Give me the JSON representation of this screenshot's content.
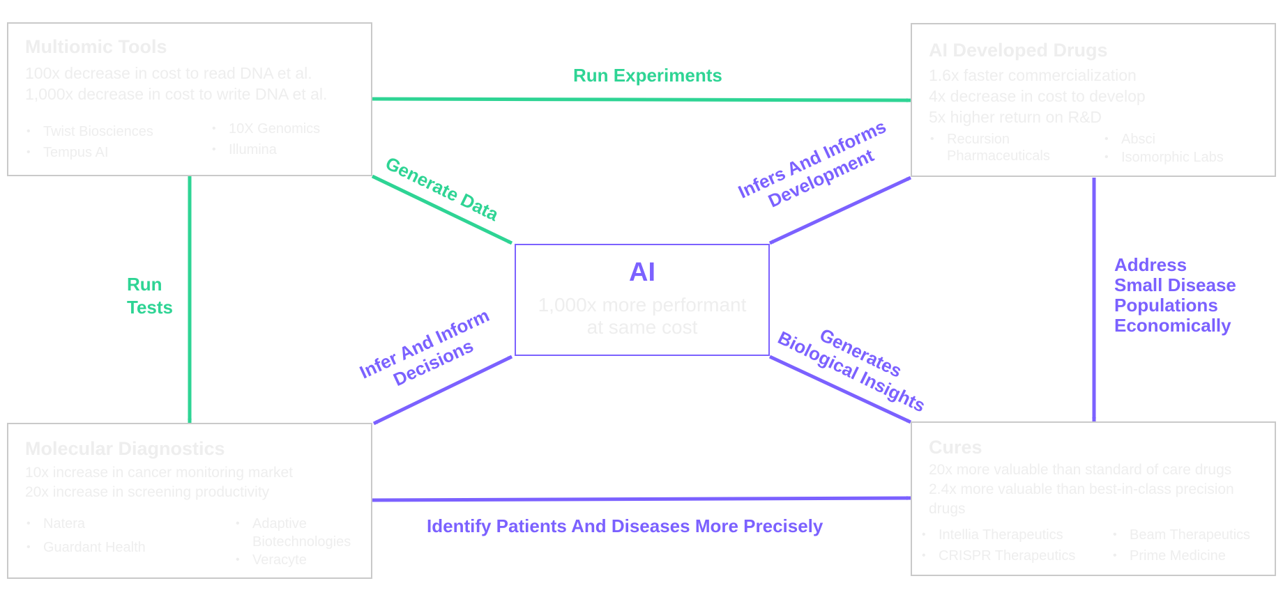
{
  "colors": {
    "green": "#2ed494",
    "purple": "#7b61ff",
    "box_border": "#c9c9c9",
    "faded_text": "#eeeeee"
  },
  "nodes": {
    "multiomic": {
      "title": "Multiomic Tools",
      "stats": [
        "100x decrease in cost to read DNA et al.",
        "1,000x decrease in cost to write DNA et al."
      ],
      "companies": [
        "Twist Biosciences",
        "Tempus AI",
        "10X Genomics",
        "Illumina"
      ]
    },
    "ai_drugs": {
      "title": "AI Developed Drugs",
      "stats": [
        "1.6x faster commercialization",
        "4x decrease in cost to develop",
        "5x higher return on R&D"
      ],
      "companies": [
        "Recursion",
        "Pharmaceuticals",
        "Absci",
        "Isomorphic Labs"
      ]
    },
    "ai": {
      "title": "AI",
      "subtitle": [
        "1,000x more performant",
        "at same cost"
      ]
    },
    "diagnostics": {
      "title": "Molecular Diagnostics",
      "stats": [
        "10x increase in cancer monitoring market",
        "20x increase in screening productivity"
      ],
      "companies": [
        "Natera",
        "Guardant Health",
        "Adaptive",
        "Biotechnologies",
        "Veracyte"
      ]
    },
    "cures": {
      "title": "Cures",
      "stats": [
        "20x more valuable than standard of care drugs",
        "2.4x more valuable than best-in-class precision",
        "drugs"
      ],
      "companies": [
        "Intellia Therapeutics",
        "CRISPR Therapeutics",
        "Beam Therapeutics",
        "Prime Medicine"
      ]
    }
  },
  "edges": {
    "run_experiments": "Run Experiments",
    "run_tests": [
      "Run",
      "Tests"
    ],
    "generate_data": "Generate Data",
    "infers_informs_development": [
      "Infers And Informs",
      "Development"
    ],
    "infer_inform_decisions": [
      "Infer And Inform",
      "Decisions"
    ],
    "generates_insights": [
      "Generates",
      "Biological Insights"
    ],
    "address_small_disease": [
      "Address",
      "Small Disease",
      "Populations",
      "Economically"
    ],
    "identify_patients": "Identify Patients And Diseases More Precisely"
  }
}
